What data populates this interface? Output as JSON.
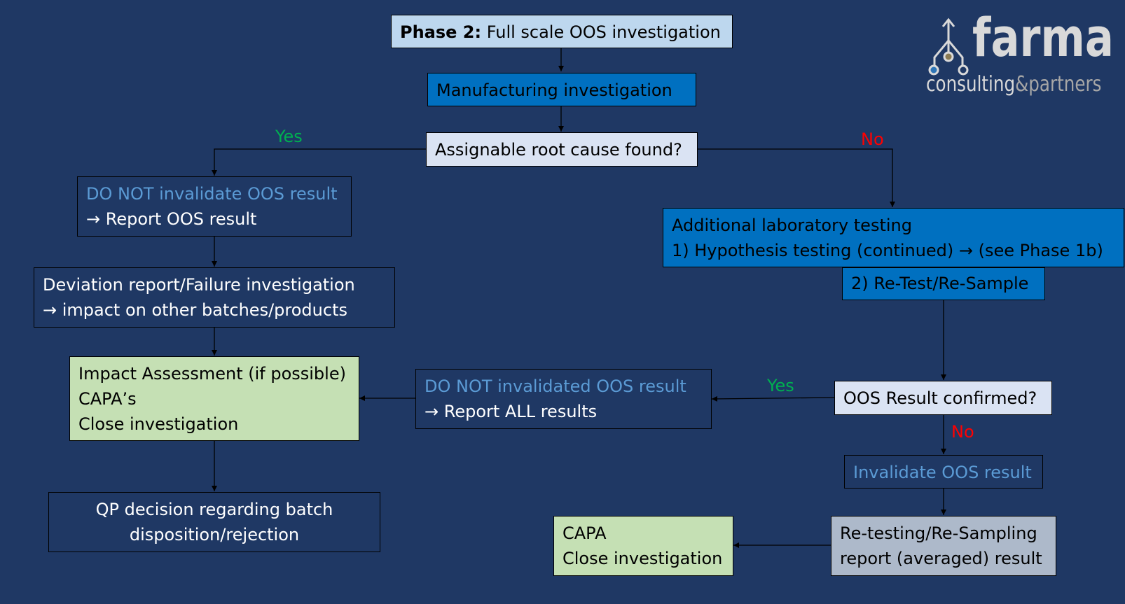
{
  "colors": {
    "background": "#1f3864",
    "phase_box": "#bdd7ee",
    "process_blue": "#0070c0",
    "decision_pale": "#dae3f3",
    "outcome_green": "#c5e0b4",
    "report_gray": "#adb9ca",
    "accent_text": "#5b9bd5",
    "yes": "#00b050",
    "no": "#ff0000"
  },
  "phase": {
    "bold": "Phase 2:",
    "text": "Full scale OOS investigation"
  },
  "manufacturing": "Manufacturing investigation",
  "root_cause": "Assignable root cause found?",
  "labels": {
    "yes_left": "Yes",
    "no_right": "No",
    "yes_mid": "Yes",
    "no_bottom": "No"
  },
  "do_not_invalidate": {
    "line1": "DO NOT invalidate OOS result",
    "line2": "→ Report OOS result"
  },
  "deviation": {
    "line1": "Deviation report/Failure investigation",
    "line2": "→ impact on other batches/products"
  },
  "impact": {
    "line1": "Impact Assessment (if possible)",
    "line2": "CAPA’s",
    "line3": "Close investigation"
  },
  "qp": {
    "line1": "QP decision regarding batch",
    "line2": "disposition/rejection"
  },
  "additional": {
    "line1": "Additional laboratory testing",
    "line2": "1) Hypothesis testing (continued) → (see Phase 1b)"
  },
  "retest": "2) Re-Test/Re-Sample",
  "do_not_invalidated": {
    "line1": "DO NOT invalidated OOS result",
    "line2": "→ Report ALL results"
  },
  "confirmed": "OOS Result confirmed?",
  "invalidate": "Invalidate OOS result",
  "capa_close": {
    "line1": "CAPA",
    "line2": "Close investigation"
  },
  "retesting": {
    "line1": "Re-testing/Re-Sampling",
    "line2": "report (averaged) result"
  },
  "logo": {
    "name": "farma",
    "sub1": "consulting",
    "amp": "&",
    "sub2": "partners"
  }
}
